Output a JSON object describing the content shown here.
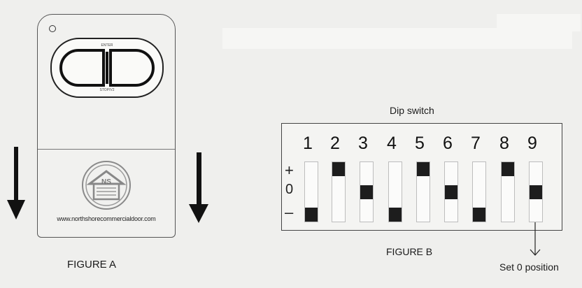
{
  "figure_a": {
    "caption": "FIGURE A",
    "remote": {
      "url": "www.northshorecommercialdoor.com",
      "button_top_label": "ENTER",
      "button_bottom_label": "STOP/V2",
      "logo_text": "NS"
    },
    "arrows": [
      "arrow-down-icon",
      "arrow-down-icon"
    ]
  },
  "figure_b": {
    "title": "Dip switch",
    "caption": "FIGURE B",
    "note": "Set 0 position",
    "levels": [
      "+",
      "0",
      "–"
    ],
    "switches": [
      {
        "number": "1",
        "position": "-"
      },
      {
        "number": "2",
        "position": "+"
      },
      {
        "number": "3",
        "position": "0"
      },
      {
        "number": "4",
        "position": "-"
      },
      {
        "number": "5",
        "position": "+"
      },
      {
        "number": "6",
        "position": "0"
      },
      {
        "number": "7",
        "position": "-"
      },
      {
        "number": "8",
        "position": "+"
      },
      {
        "number": "9",
        "position": "0"
      }
    ]
  }
}
